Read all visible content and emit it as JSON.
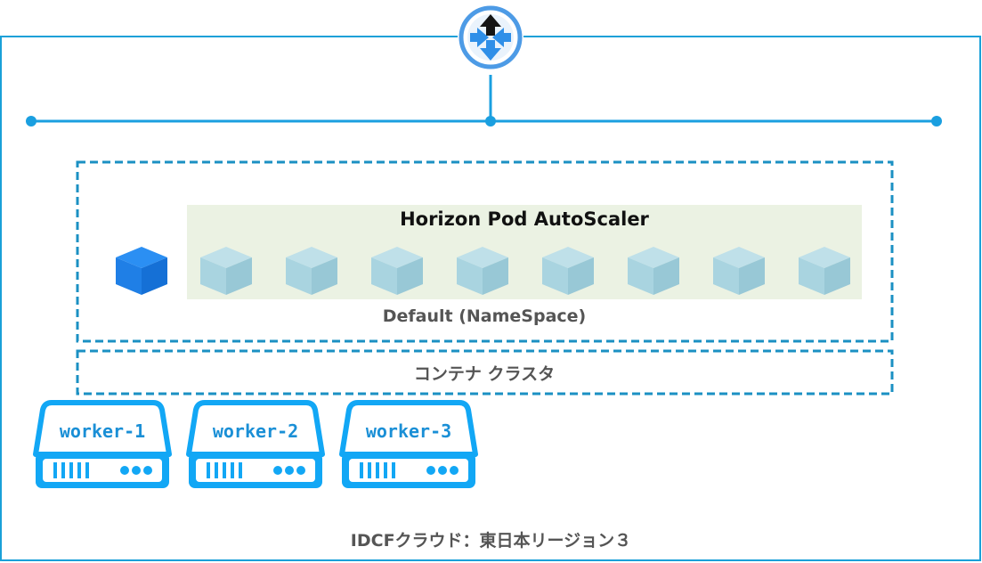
{
  "diagram": {
    "router_icon": "router-icon",
    "hpa_title": "Horizon Pod AutoScaler",
    "namespace_label": "Default (NameSpace)",
    "cluster_label": "コンテナ クラスタ",
    "region_label": "IDCFクラウド：東日本リージョン３",
    "pod_count": 8,
    "workers": [
      {
        "label": "worker-1"
      },
      {
        "label": "worker-2"
      },
      {
        "label": "worker-3"
      }
    ]
  },
  "colors": {
    "frame": "#1aa0d8",
    "network": "#1a9fe0",
    "dashed": "#1b90c3",
    "hpa_bg": "#ebf2e3",
    "pod_active": "#2b8ff3",
    "pod_replica": "#a9d4e0",
    "worker": "#12a7f5"
  }
}
